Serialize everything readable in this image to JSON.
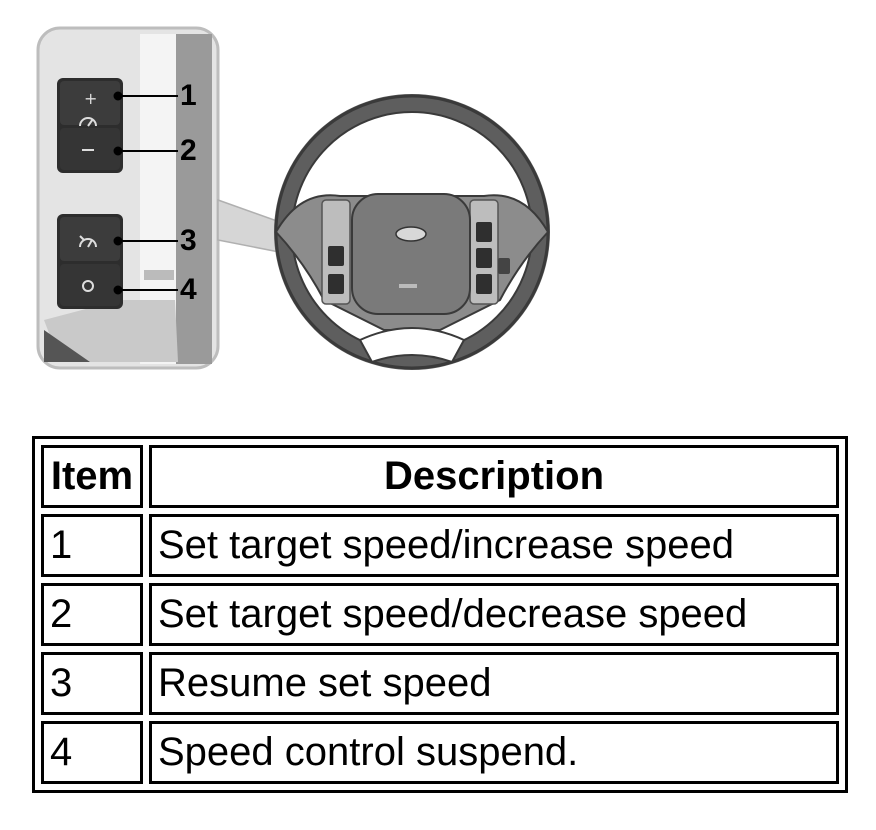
{
  "figure": {
    "callouts": [
      "1",
      "2",
      "3",
      "4"
    ],
    "icons": [
      "plus-icon",
      "speedometer-icon",
      "minus-icon",
      "resume-speed-icon",
      "suspend-icon",
      "steering-wheel-illustration"
    ]
  },
  "table": {
    "headers": {
      "item": "Item",
      "description": "Description"
    },
    "rows": [
      {
        "item": "1",
        "description": "Set target speed/increase speed"
      },
      {
        "item": "2",
        "description": "Set target speed/decrease speed"
      },
      {
        "item": "3",
        "description": "Resume set speed"
      },
      {
        "item": "4",
        "description": "Speed control suspend."
      }
    ]
  }
}
